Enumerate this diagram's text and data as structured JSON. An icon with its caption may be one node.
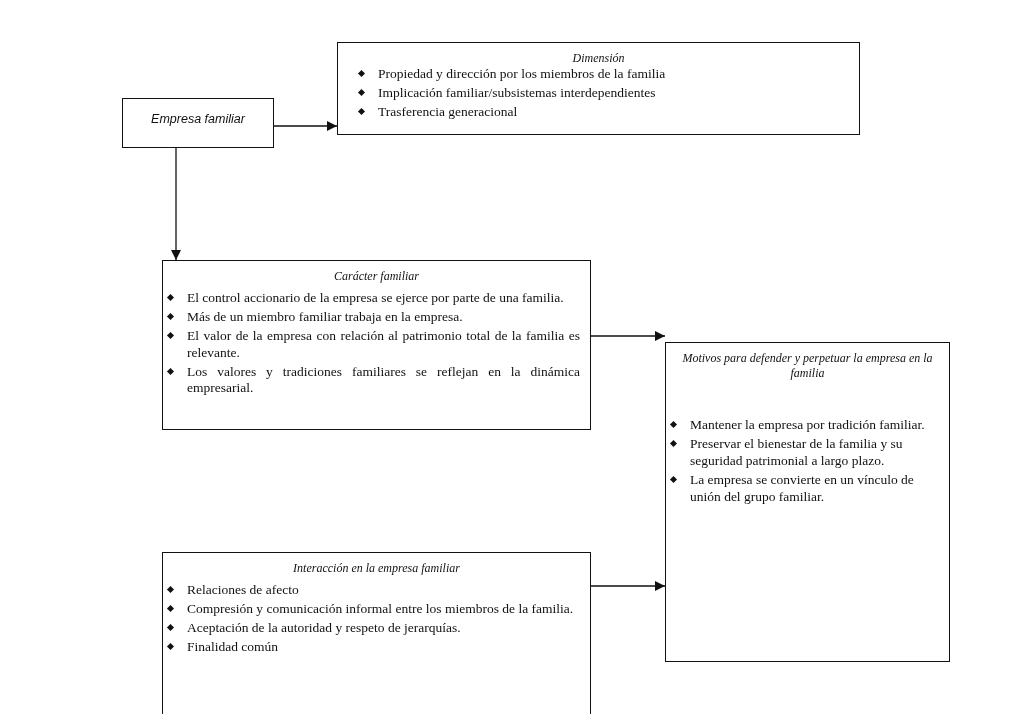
{
  "diagram": {
    "nodes": [
      {
        "text": [
          "Empresa familiar"
        ]
      },
      {
        "text": [
          "Dimensión",
          "Propiedad y dirección por los miembros de la familia",
          "Implicación familiar/subsistemas interdependientes",
          "Trasferencia generacional"
        ]
      },
      {
        "text": [
          "Carácter familiar",
          "El control accionario de la empresa se ejerce por parte de una familia.",
          "Más de un miembro familiar trabaja en la empresa.",
          "El valor de la empresa con relación al patrimonio total de la familia es relevante.",
          "Los valores y tradiciones familiares se reflejan en la dinámica empresarial."
        ]
      },
      {
        "text": [
          "Motivos para defender y perpetuar la empresa en la familia",
          "Mantener la empresa por tradición familiar.",
          "Preservar el bienestar de la familia y su seguridad patrimonial a largo plazo.",
          "La empresa se convierte en un vínculo de unión del grupo familiar."
        ]
      },
      {
        "text": [
          "Interacción en la empresa familiar",
          "Relaciones de afecto",
          "Compresión y comunicación informal entre los miembros de la familia.",
          "Aceptación de la autoridad y respeto de jerarquías.",
          "Finalidad común"
        ]
      }
    ],
    "edges": [
      {
        "from": 0,
        "to": 1,
        "arrow": "to"
      },
      {
        "from": 0,
        "to": 2,
        "arrow": "to"
      },
      {
        "from": 2,
        "to": 3,
        "arrow": "to"
      },
      {
        "from": 4,
        "to": 3,
        "arrow": "to"
      }
    ]
  }
}
